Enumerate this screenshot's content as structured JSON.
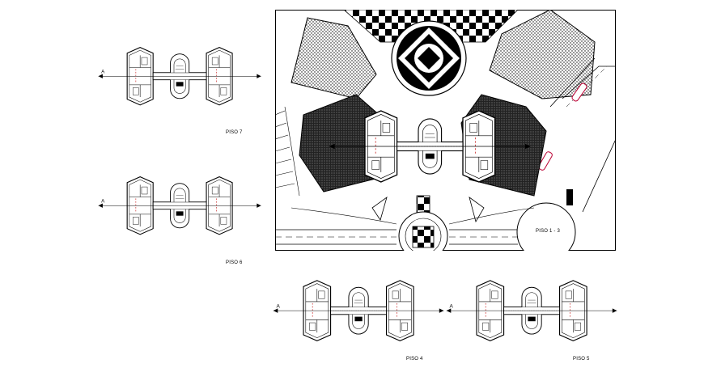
{
  "floor_labels": {
    "piso7": "PISO 7",
    "piso6": "PISO 6",
    "piso4": "PISO 4",
    "piso5": "PISO 5",
    "piso13": "PISO 1 - 3"
  },
  "axis_marker": "A"
}
